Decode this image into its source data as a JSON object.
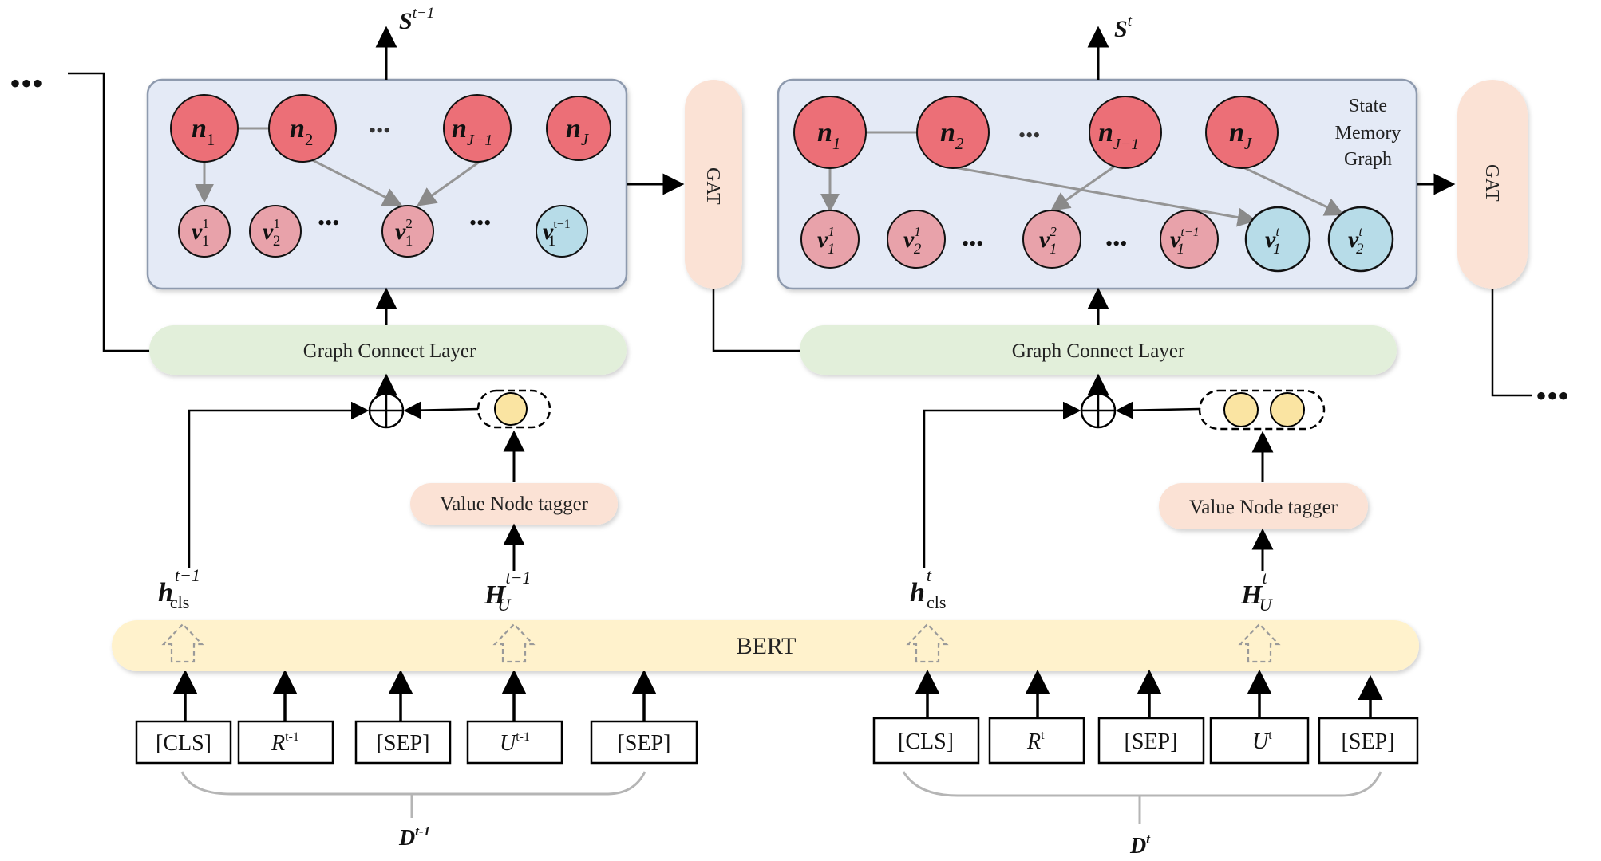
{
  "colors": {
    "memory_box": "#E4EAF6",
    "memory_border": "#8E9AAE",
    "slot_node": "#EC6F77",
    "prev_value_node": "#E8A2AA",
    "new_value_node": "#B7DCE8",
    "connect_layer": "#E2EFDA",
    "gat_block": "#FBE2D5",
    "tagger": "#FBE2D5",
    "bert": "#FFF2CC",
    "tag_circle": "#FAE4A2"
  },
  "left": {
    "output_label": "S",
    "output_sup": "t−1",
    "slots": [
      {
        "base": "n",
        "sub": "1"
      },
      {
        "base": "n",
        "sub": "2"
      },
      {
        "base": "n",
        "sub": "J−1"
      },
      {
        "base": "n",
        "sub": "J"
      }
    ],
    "values": [
      {
        "base": "v",
        "sub": "1",
        "sup": "1"
      },
      {
        "base": "v",
        "sub": "2",
        "sup": "1"
      },
      {
        "base": "v",
        "sub": "1",
        "sup": "2"
      },
      {
        "base": "v",
        "sub": "1",
        "sup": "t−1"
      }
    ],
    "gat_label": "GAT",
    "connect_label": "Graph Connect Layer",
    "tagger_label": "Value Node tagger",
    "h_cls": {
      "base": "h",
      "sub": "cls",
      "sup": "t−1"
    },
    "h_u": {
      "base": "H",
      "sub": "U",
      "sup": "t−1"
    },
    "tokens": [
      {
        "label": "[CLS]"
      },
      {
        "label": "R",
        "sup": "t-1"
      },
      {
        "label": "[SEP]"
      },
      {
        "label": "U",
        "sup": "t-1"
      },
      {
        "label": "[SEP]"
      }
    ],
    "dialogue_label": {
      "base": "D",
      "sup": "t-1"
    }
  },
  "right": {
    "output_label": "S",
    "output_sup": "t",
    "memory_title": [
      "State",
      "Memory",
      "Graph"
    ],
    "slots": [
      {
        "base": "n",
        "sub": "1"
      },
      {
        "base": "n",
        "sub": "2"
      },
      {
        "base": "n",
        "sub": "J−1"
      },
      {
        "base": "n",
        "sub": "J"
      }
    ],
    "values": [
      {
        "base": "v",
        "sub": "1",
        "sup": "1"
      },
      {
        "base": "v",
        "sub": "2",
        "sup": "1"
      },
      {
        "base": "v",
        "sub": "1",
        "sup": "2"
      },
      {
        "base": "v",
        "sub": "1",
        "sup": "t−1"
      },
      {
        "base": "v",
        "sub": "1",
        "sup": "t"
      },
      {
        "base": "v",
        "sub": "2",
        "sup": "t"
      }
    ],
    "gat_label": "GAT",
    "connect_label": "Graph Connect Layer",
    "tagger_label": "Value Node tagger",
    "h_cls": {
      "base": "h",
      "sub": "cls",
      "sup": "t"
    },
    "h_u": {
      "base": "H",
      "sub": "U",
      "sup": "t"
    },
    "tokens": [
      {
        "label": "[CLS]"
      },
      {
        "label": "R",
        "sup": "t"
      },
      {
        "label": "[SEP]"
      },
      {
        "label": "U",
        "sup": "t"
      },
      {
        "label": "[SEP]"
      }
    ],
    "dialogue_label": {
      "base": "D",
      "sup": "t"
    }
  },
  "bert_label": "BERT",
  "ellipsis": "•••"
}
